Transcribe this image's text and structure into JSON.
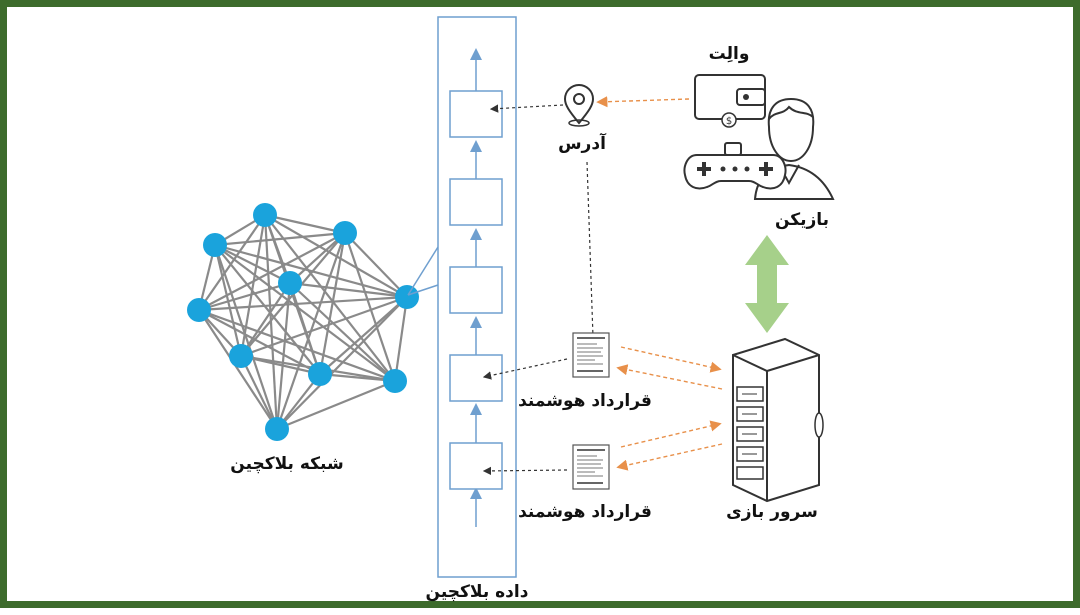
{
  "labels": {
    "blockchain_network": "شبکه بلاکچین",
    "blockchain_data": "داده بلاکچین",
    "address": "آدرس",
    "wallet": "والِت",
    "player": "بازیکن",
    "smart_contract_1": "قرارداد هوشمند",
    "smart_contract_2": "قرارداد هوشمند",
    "game_server": "سرور بازی"
  },
  "colors": {
    "frame": "#3d6b2c",
    "node": "#1aa3dc",
    "block_border": "#6f9fcf",
    "orange_arrow": "#e8904a",
    "green_arrow": "#a6d08a",
    "edges": "#8a8a8a"
  },
  "icons": [
    "location-pin-icon",
    "wallet-icon",
    "gamepad-icon",
    "person-icon",
    "contract-document-icon",
    "server-rack-icon"
  ]
}
